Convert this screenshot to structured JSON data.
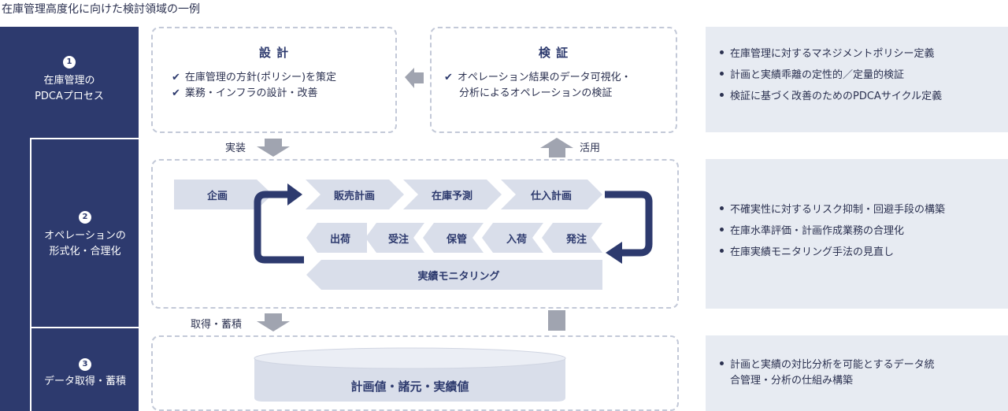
{
  "title": "在庫管理高度化に向けた検討領域の一例",
  "left_column": [
    {
      "number": "1",
      "line1": "在庫管理の",
      "line2": "PDCAプロセス"
    },
    {
      "number": "2",
      "line1": "オペレーションの",
      "line2": "形式化・合理化"
    },
    {
      "number": "3",
      "line1": "データ取得・蓄積"
    }
  ],
  "design_box": {
    "heading": "設 計",
    "items": [
      "在庫管理の方針(ポリシー)を策定",
      "業務・インフラの設計・改善"
    ]
  },
  "verify_box": {
    "heading": "検 証",
    "items": [
      "オペレーション結果のデータ可視化・",
      "分析によるオペレーションの検証"
    ]
  },
  "flow_labels": {
    "implement": "実装",
    "utilize": "活用",
    "acquire": "取得・蓄積"
  },
  "process": {
    "start": "企画",
    "top_row": [
      "販売計画",
      "在庫予測",
      "仕入計画"
    ],
    "bottom_row": [
      "出荷",
      "受注",
      "保管",
      "入荷",
      "発注"
    ],
    "monitor": "実績モニタリング"
  },
  "database_label": "計画値・諸元・実績値",
  "right_panels": [
    [
      "在庫管理に対するマネジメントポリシー定義",
      "計画と実績乖離の定性的／定量的検証",
      "検証に基づく改善のためのPDCAサイクル定義"
    ],
    [
      "不確実性に対するリスク抑制・回避手段の構築",
      "在庫水準評価・計画作成業務の合理化",
      "在庫実績モニタリング手法の見直し"
    ],
    [
      "計画と実績の対比分析を可能とするデータ統",
      "合管理・分析の仕組み構築"
    ]
  ],
  "colors": {
    "navy": "#2d3a6e",
    "panel": "#e7ebf2",
    "chevron": "#d9deea",
    "arrow": "#a0a4b0"
  }
}
